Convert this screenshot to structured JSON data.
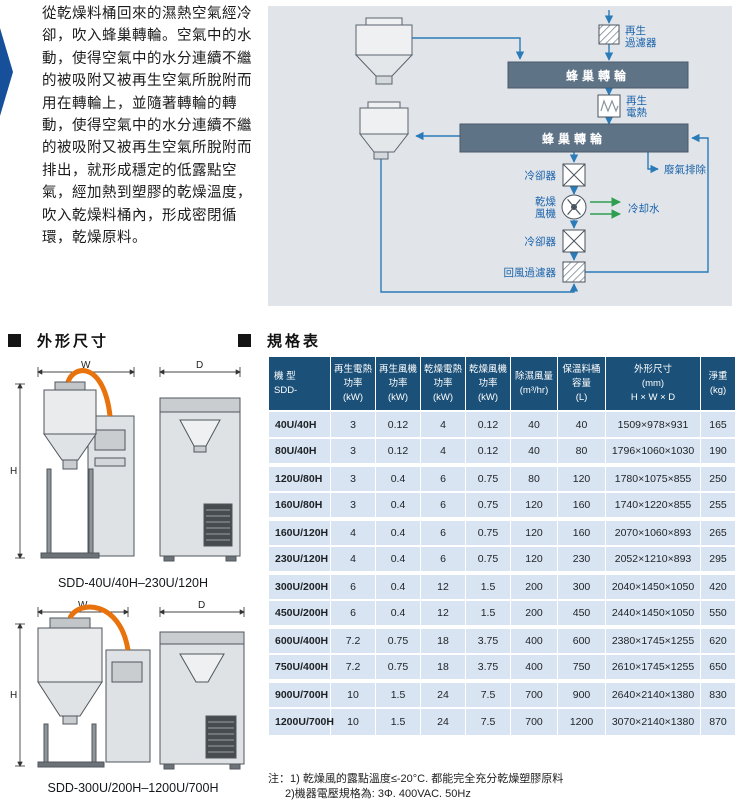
{
  "intro": {
    "text": "從乾燥料桶回來的濕熱空氣經冷\n卻，吹入蜂巢轉輪。空氣中的水\n動，使得空氣中的水分連續不繼\n的被吸附又被再生空氣所脫附而\n用在轉輪上，並隨著轉輪的轉\n動，使得空氣中的水分連續不繼\n的被吸附又被再生空氣所脫附而\n排出，就形成穩定的低露點空\n氣，經加熱到塑膠的乾燥溫度，\n吹入乾燥料桶內，形成密閉循\n環，乾燥原料。"
  },
  "diagram": {
    "labels": {
      "regen_filter_line1": "再生",
      "regen_filter_line2": "過濾器",
      "rotor_top": "蜂巢轉輪",
      "regen_heater_line1": "再生",
      "regen_heater_line2": "電熱",
      "rotor_bottom": "蜂巢轉輪",
      "exhaust": "廢氣排除",
      "cooler_top": "冷卻器",
      "dry_blower_line1": "乾燥",
      "dry_blower_line2": "風機",
      "cooling_water": "冷却水",
      "cooler_bottom": "冷卻器",
      "return_filter": "回風過濾器"
    }
  },
  "dimensions_section": {
    "title": "外形尺寸",
    "drawing1": {
      "caption": "SDD-40U/40H–230U/120H",
      "dim_w": "W",
      "dim_d": "D",
      "dim_h": "H"
    },
    "drawing2": {
      "caption": "SDD-300U/200H–1200U/700H",
      "dim_w": "W",
      "dim_d": "D",
      "dim_h": "H"
    }
  },
  "specs_section": {
    "title": "規格表",
    "table": {
      "headers": [
        [
          "機  型",
          "SDD-"
        ],
        [
          "再生電熱",
          "功率",
          "(kW)"
        ],
        [
          "再生風機",
          "功率",
          "(kW)"
        ],
        [
          "乾燥電熱",
          "功率",
          "(kW)"
        ],
        [
          "乾燥風機",
          "功率",
          "(kW)"
        ],
        [
          "除濕風量",
          "(m³/hr)"
        ],
        [
          "保溫料桶",
          "容量",
          "(L)"
        ],
        [
          "外形尺寸",
          "(mm)",
          "H × W × D"
        ],
        [
          "淨重",
          "(kg)"
        ]
      ],
      "rows": [
        [
          "40U/40H",
          "3",
          "0.12",
          "4",
          "0.12",
          "40",
          "40",
          "1509×978×931",
          "165"
        ],
        [
          "80U/40H",
          "3",
          "0.12",
          "4",
          "0.12",
          "40",
          "80",
          "1796×1060×1030",
          "190"
        ],
        [
          "120U/80H",
          "3",
          "0.4",
          "6",
          "0.75",
          "80",
          "120",
          "1780×1075×855",
          "250"
        ],
        [
          "160U/80H",
          "3",
          "0.4",
          "6",
          "0.75",
          "120",
          "160",
          "1740×1220×855",
          "255"
        ],
        [
          "160U/120H",
          "4",
          "0.4",
          "6",
          "0.75",
          "120",
          "160",
          "2070×1060×893",
          "265"
        ],
        [
          "230U/120H",
          "4",
          "0.4",
          "6",
          "0.75",
          "120",
          "230",
          "2052×1210×893",
          "295"
        ],
        [
          "300U/200H",
          "6",
          "0.4",
          "12",
          "1.5",
          "200",
          "300",
          "2040×1450×1050",
          "420"
        ],
        [
          "450U/200H",
          "6",
          "0.4",
          "12",
          "1.5",
          "200",
          "450",
          "2440×1450×1050",
          "550"
        ],
        [
          "600U/400H",
          "7.2",
          "0.75",
          "18",
          "3.75",
          "400",
          "600",
          "2380×1745×1255",
          "620"
        ],
        [
          "750U/400H",
          "7.2",
          "0.75",
          "18",
          "3.75",
          "400",
          "750",
          "2610×1745×1255",
          "650"
        ],
        [
          "900U/700H",
          "10",
          "1.5",
          "24",
          "7.5",
          "700",
          "900",
          "2640×2140×1380",
          "830"
        ],
        [
          "1200U/700H",
          "10",
          "1.5",
          "24",
          "7.5",
          "700",
          "1200",
          "3070×2140×1380",
          "870"
        ]
      ]
    },
    "notes": [
      "注：1) 乾燥風的露點溫度≤-20°C. 都能完全充分乾燥塑膠原料",
      "2)機器電壓規格為: 3Φ. 400VAC. 50Hz"
    ]
  },
  "colors": {
    "table_header": "#1b5078",
    "table_row": "#d8e4f1",
    "diagram_bg": "#e1e5e9",
    "accent_blue": "#2b7bb9",
    "cooling_green": "#2f9e4f",
    "hose_orange": "#e8720c",
    "wedge_blue": "#17509a"
  }
}
